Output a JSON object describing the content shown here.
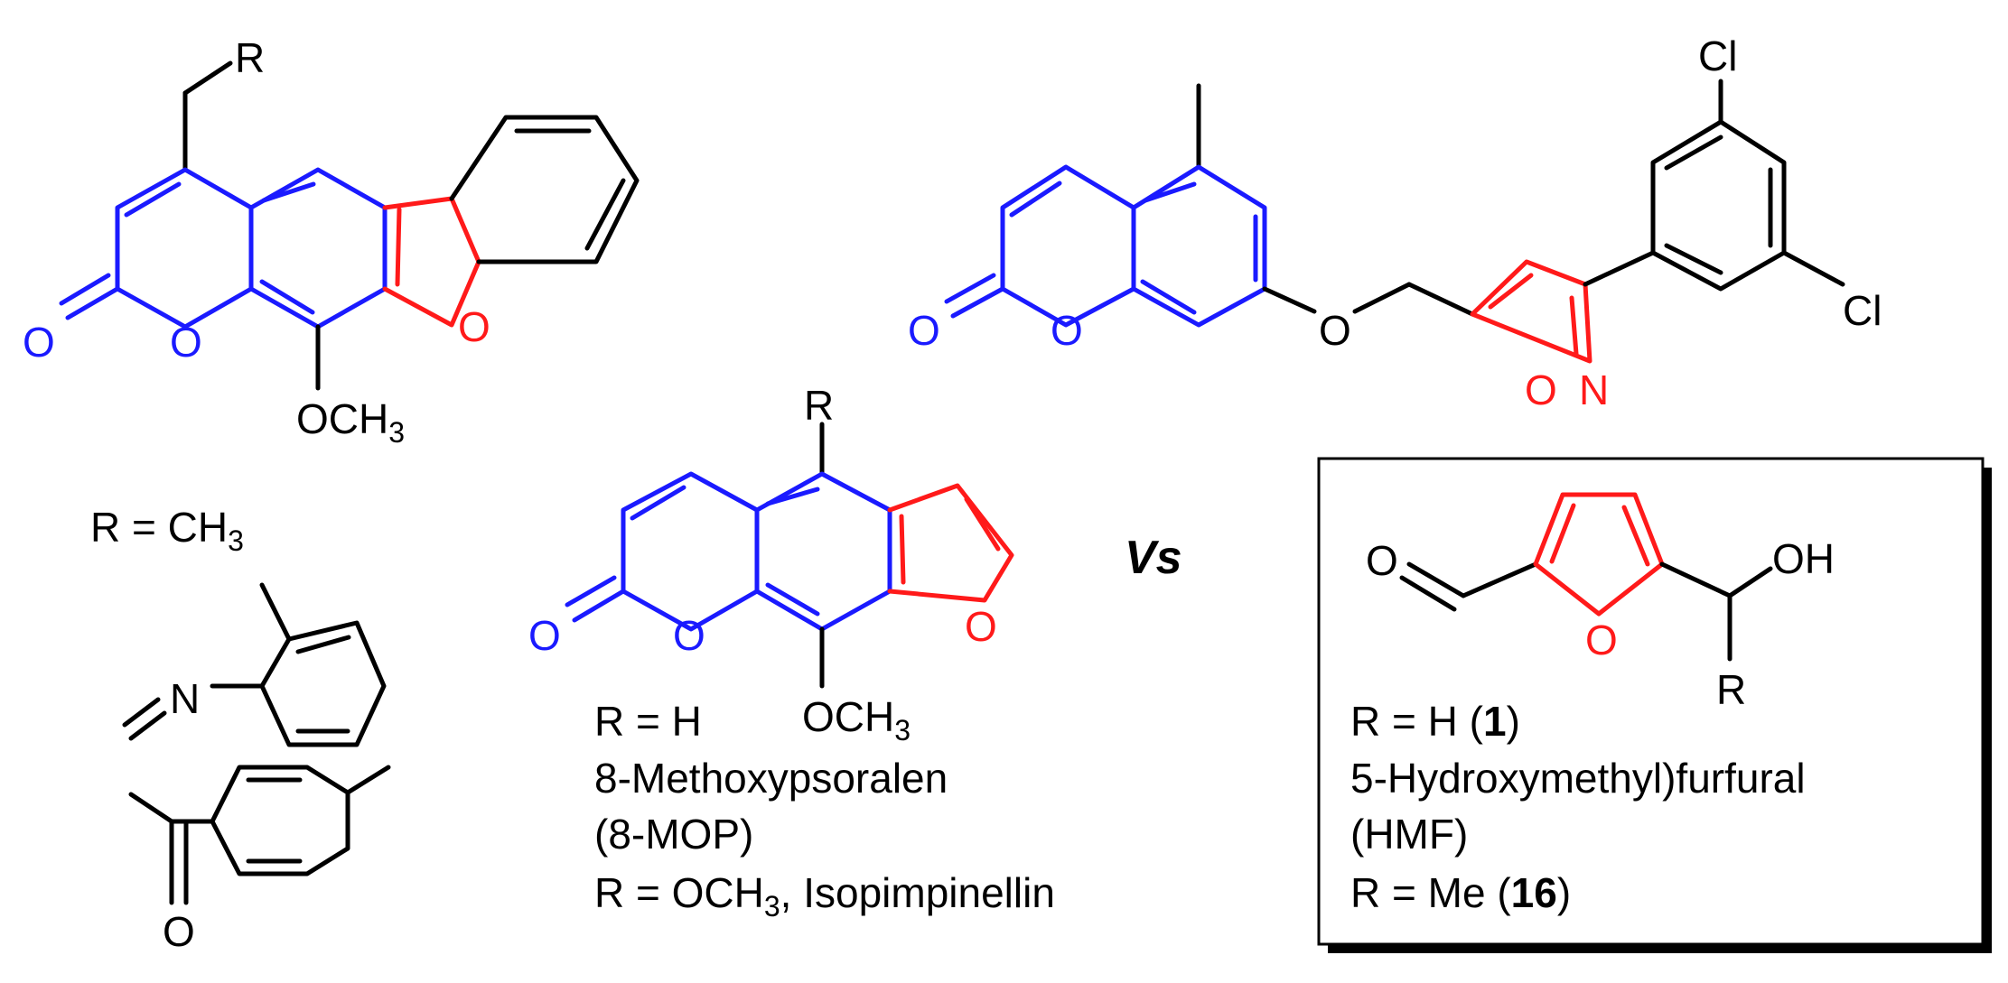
{
  "colors": {
    "coumarin": "#1a1aff",
    "furan": "#ff1a1a",
    "default": "#000000"
  },
  "atoms": {
    "r": "R",
    "o": "O",
    "n": "N",
    "cl": "Cl",
    "och": "OCH",
    "sub3": "3",
    "oh": "OH"
  },
  "left_captions": {
    "r_eq": "R = CH",
    "sub3": "3"
  },
  "mid_captions": {
    "line1": "R = H",
    "line2": "8-Methoxypsoralen",
    "line3": "(8-MOP)",
    "line4_a": "R = OCH",
    "line4_sub": "3",
    "line4_b": ", Isopimpinellin"
  },
  "vs": "Vs",
  "box_captions": {
    "l1_a": "R = H (",
    "l1_b": "1",
    "l1_c": ")",
    "l2": "5-Hydroxymethyl)furfural",
    "l3": "(HMF)",
    "l4_a": "R = Me (",
    "l4_b": "16",
    "l4_c": ")"
  }
}
